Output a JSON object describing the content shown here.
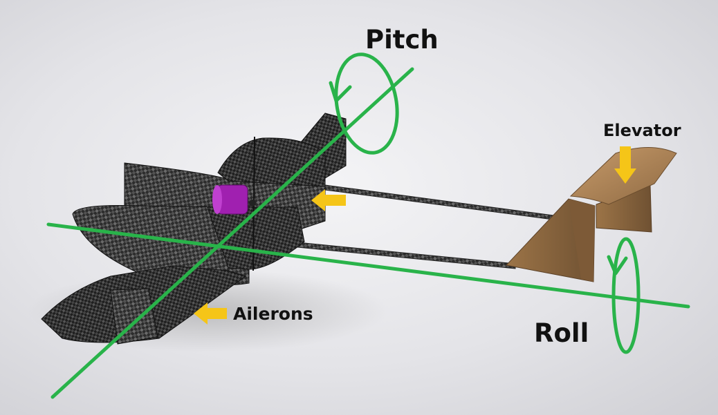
{
  "labels": {
    "pitch": "Pitch",
    "roll": "Roll",
    "elevator": "Elevator",
    "ailerons": "Ailerons"
  },
  "colors": {
    "axis": "#29b34a",
    "arrow": "#f5c518",
    "motor": "#a020b0",
    "carbon": "#3a3a3a",
    "wood": "#b0865a"
  },
  "icons": [
    "pitch-rotation-arrow-icon",
    "roll-rotation-arrow-icon",
    "pointer-arrow-icon"
  ]
}
